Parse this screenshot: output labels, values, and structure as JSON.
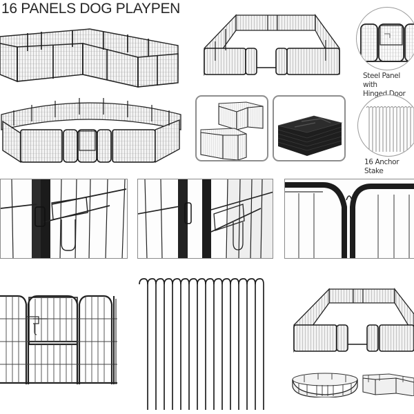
{
  "header": {
    "title": "16 PANELS DOG PLAYPEN"
  },
  "callouts": [
    {
      "icon": "hinged-door-panel-icon",
      "line1": "Steel Panel with",
      "line2": "Hinged Door"
    },
    {
      "icon": "anchor-stakes-icon",
      "line1": "16 Anchor Stake"
    }
  ],
  "images": {
    "l_shape_layout": "L-shaped playpen configuration",
    "rectangle_layout": "Rectangular playpen configuration with open door",
    "octagon_layout": "Circular playpen configuration",
    "alt_layouts_box": "Alternate small enclosure configurations",
    "folded_box": "Folded playpen panels stacked",
    "latch_closeup_1": "Door latch close-up",
    "latch_closeup_2": "Latch hook close-up",
    "hinge_closeup": "Panel connection close-up",
    "door_panel": "Panel with door",
    "stakes": "Anchor stakes",
    "rect_small": "Rectangular layout",
    "round_small": "Round layout",
    "l_small": "L-shaped layout"
  },
  "product": {
    "panel_count": 16,
    "stake_count": 16
  },
  "colors": {
    "frame_metal": "#1e1e1e",
    "mesh": "#3a3a3a",
    "border_gray": "#8d8d8d",
    "background": "#ffffff"
  }
}
